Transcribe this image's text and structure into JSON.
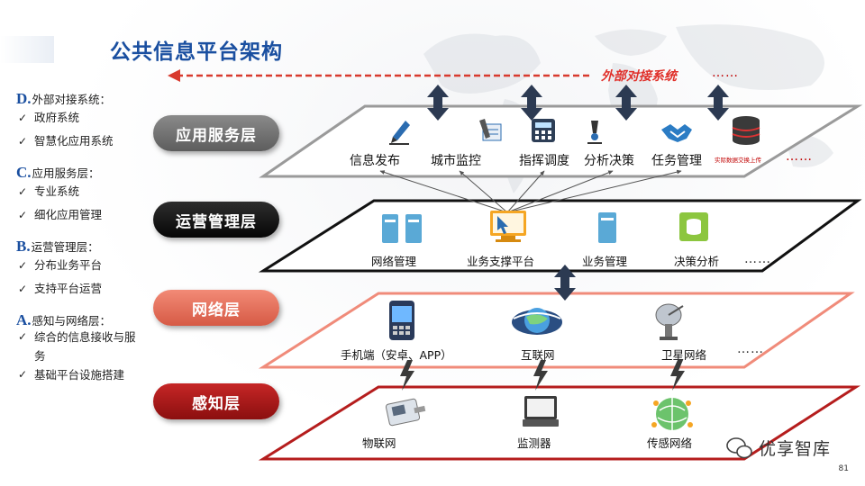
{
  "title": "公共信息平台架构",
  "external_system": {
    "label": "外部对接系统",
    "dots": "……"
  },
  "left_panel": [
    {
      "letter": "D.",
      "title": "外部对接系统：",
      "items": [
        "政府系统",
        "智慧化应用系统"
      ]
    },
    {
      "letter": "C.",
      "title": "应用服务层：",
      "items": [
        "专业系统",
        "细化应用管理"
      ]
    },
    {
      "letter": "B.",
      "title": "运营管理层：",
      "items": [
        "分布业务平台",
        "支持平台运营"
      ]
    },
    {
      "letter": "A.",
      "title": "感知与网络层：",
      "items": [
        "综合的信息接收与服",
        "务",
        "基础平台设施搭建"
      ]
    }
  ],
  "check_mark": "✓",
  "layers": {
    "app": {
      "name": "应用服务层",
      "modules": [
        "信息发布",
        "城市监控",
        "指挥调度",
        "分析决策",
        "任务管理"
      ],
      "data_upload": "实际数据交换上传",
      "dots": "……",
      "icons": [
        "pen-icon",
        "monitor-pen-icon",
        "calculator-icon",
        "pen-tool-icon",
        "handshake-icon",
        "database-icon"
      ]
    },
    "ops": {
      "name": "运营管理层",
      "modules": [
        "网络管理",
        "业务支撑平台",
        "业务管理",
        "决策分析"
      ],
      "dots": "……",
      "icons": [
        "servers-icon",
        "computer-cursor-icon",
        "server-icon",
        "database-box-icon"
      ]
    },
    "net": {
      "name": "网络层",
      "modules": [
        "手机端（安卓、APP）",
        "互联网",
        "卫星网络"
      ],
      "dots": "……",
      "icons": [
        "mobile-phone-icon",
        "internet-globe-icon",
        "satellite-dish-icon"
      ]
    },
    "sense": {
      "name": "感知层",
      "modules": [
        "物联网",
        "监测器",
        "传感网络"
      ],
      "icons": [
        "iot-device-icon",
        "monitor-icon",
        "sensor-globe-icon"
      ]
    }
  },
  "colors": {
    "title_blue": "#1a4fa0",
    "accent_red": "#c00000",
    "arrow_navy": "#2c3a52"
  },
  "logo_text": "优享智库",
  "page_number": "81"
}
